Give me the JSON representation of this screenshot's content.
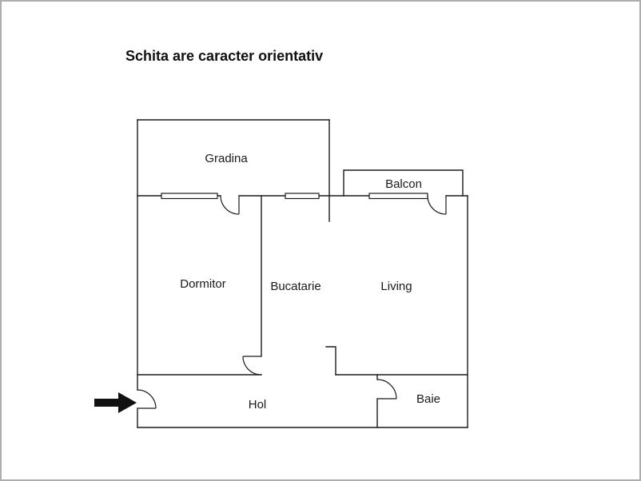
{
  "title": "Schita are caracter orientativ",
  "rooms": {
    "gradina": "Gradina",
    "balcon": "Balcon",
    "dormitor": "Dormitor",
    "bucatarie": "Bucatarie",
    "living": "Living",
    "hol": "Hol",
    "baie": "Baie"
  },
  "icons": {
    "entrance_arrow": "black right-pointing arrow marking the apartment entrance"
  },
  "colors": {
    "wall": "#1c1c1e",
    "background": "#ffffff",
    "frame_border": "#aeacaf",
    "arrow": "#111111"
  }
}
